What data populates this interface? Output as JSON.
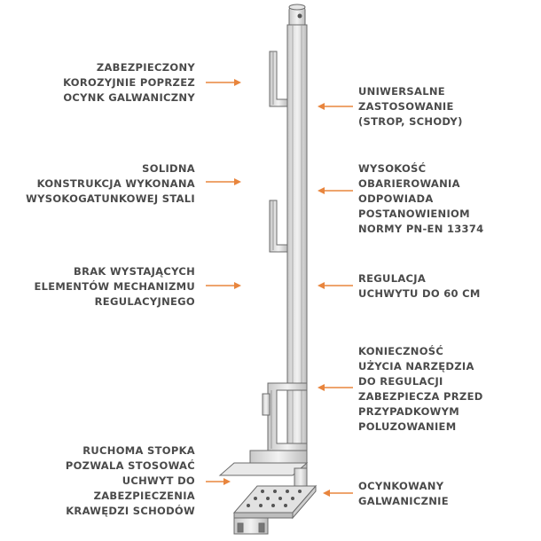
{
  "colors": {
    "arrow": "#e8853d",
    "text": "#4a4a4a",
    "metal": "#d9d9d9",
    "metal_dark": "#6b6b6b"
  },
  "callouts": {
    "left": [
      {
        "id": "corrosion",
        "lines": [
          "ZABEZPIECZONY",
          "KOROZYJNIE POPRZEZ",
          "OCYNK GALWANICZNY"
        ]
      },
      {
        "id": "construction",
        "lines": [
          "SOLIDNA",
          "KONSTRUKCJA WYKONANA",
          "WYSOKOGATUNKOWEJ STALI"
        ]
      },
      {
        "id": "no-elements",
        "lines": [
          "BRAK WYSTAJĄCYCH",
          "ELEMENTÓW MECHANIZMU",
          "REGULACYJNEGO"
        ]
      },
      {
        "id": "movable-foot",
        "lines": [
          "RUCHOMA STOPKA",
          "POZWALA STOSOWAĆ",
          "UCHWYT DO",
          "ZABEZPIECZENIA",
          "KRAWĘDZI SCHODÓW"
        ]
      }
    ],
    "right": [
      {
        "id": "universal",
        "lines": [
          "UNIWERSALNE",
          "ZASTOSOWANIE",
          "(STROP, SCHODY)"
        ]
      },
      {
        "id": "height",
        "lines": [
          "WYSOKOŚĆ",
          "OBARIEROWANIA",
          "ODPOWIADA",
          "POSTANOWIENIOM",
          "NORMY PN-EN 13374"
        ]
      },
      {
        "id": "adjustment",
        "lines": [
          "REGULACJA",
          "UCHWYTU DO 60 CM"
        ]
      },
      {
        "id": "tool-needed",
        "lines": [
          "KONIECZNOŚĆ",
          "UŻYCIA NARZĘDZIA",
          "DO REGULACJI",
          "ZABEZPIECZA PRZED",
          "PRZYPADKOWYM",
          "POLUZOWANIEM"
        ]
      },
      {
        "id": "galvanized",
        "lines": [
          "OCYNKOWANY",
          "GALWANICZNIE"
        ]
      }
    ]
  }
}
